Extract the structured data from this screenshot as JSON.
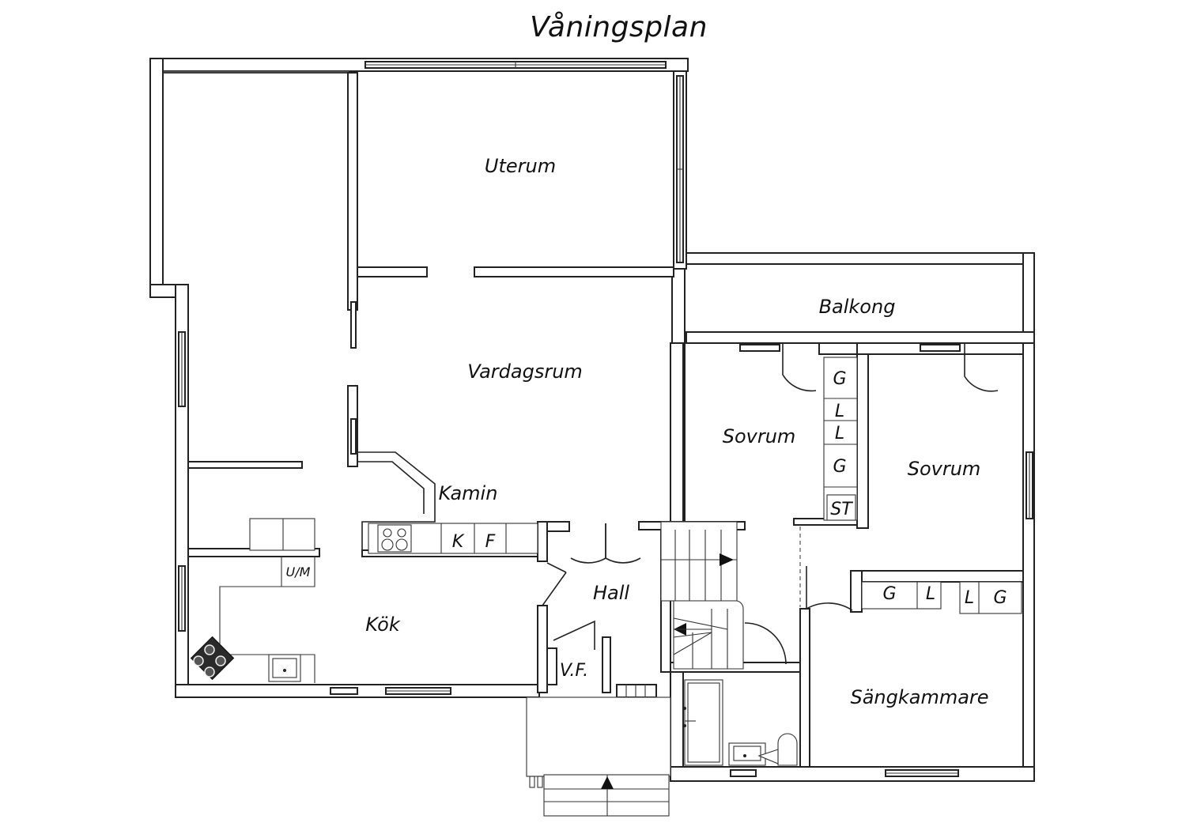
{
  "plan": {
    "title": "Våningsplan",
    "rooms": {
      "uterum": "Uterum",
      "vardagsrum": "Vardagsrum",
      "balkong": "Balkong",
      "sovrum_left": "Sovrum",
      "sovrum_right": "Sovrum",
      "kamin": "Kamin",
      "kok": "Kök",
      "hall": "Hall",
      "vf": "V.F.",
      "sangkammare": "Sängkammare"
    },
    "fixtures": {
      "um": "U/M",
      "kitchen_k": "K",
      "kitchen_f": "F",
      "closet_g1": "G",
      "closet_l1": "L",
      "closet_l2": "L",
      "closet_g2": "G",
      "closet_st": "ST",
      "bottom_g1": "G",
      "bottom_l1": "L",
      "bottom_l2": "L",
      "bottom_g2": "G"
    },
    "icons": [
      "stove-icon",
      "sink-icon",
      "bathtub-icon",
      "toilet-icon",
      "stair-arrow-icon"
    ]
  }
}
